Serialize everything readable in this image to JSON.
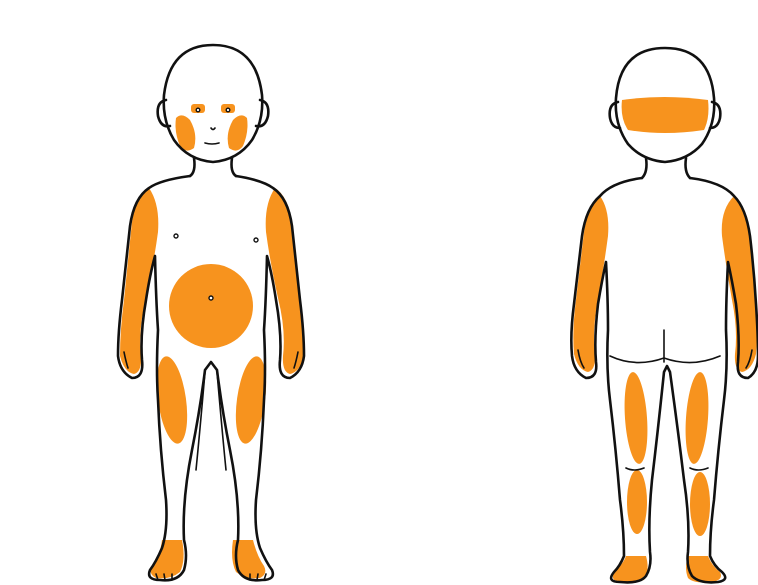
{
  "colors": {
    "injection_site": "#F7931E",
    "outline": "#111111",
    "skin": "#FFFFFF"
  },
  "figures": [
    {
      "view": "front",
      "highlighted_areas": [
        "cheeks",
        "upper-arms",
        "abdomen",
        "thighs",
        "feet"
      ]
    },
    {
      "view": "back",
      "highlighted_areas": [
        "back-of-head",
        "upper-arms",
        "back-of-thighs",
        "calves",
        "feet"
      ]
    }
  ]
}
